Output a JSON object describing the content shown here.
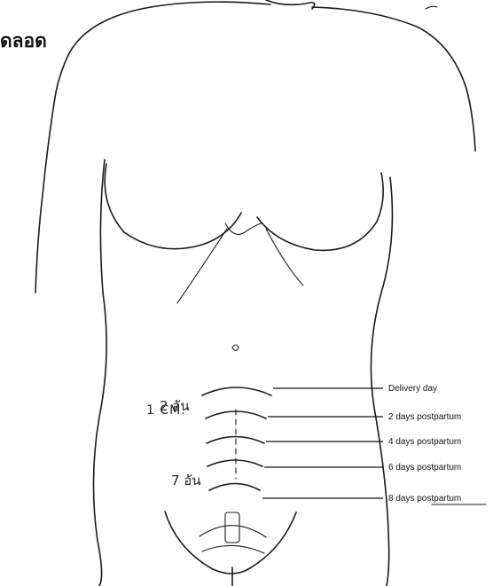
{
  "title": "ดลอด",
  "handwritten": {
    "top_arc_note": "2 อัน",
    "spacing_note": "1 CM.",
    "bottom_arc_note": "7 อัน"
  },
  "labels": [
    "Delivery day",
    "2 days postpartum",
    "4 days postpartum",
    "6 days postpartum",
    "8 days postpartum"
  ]
}
